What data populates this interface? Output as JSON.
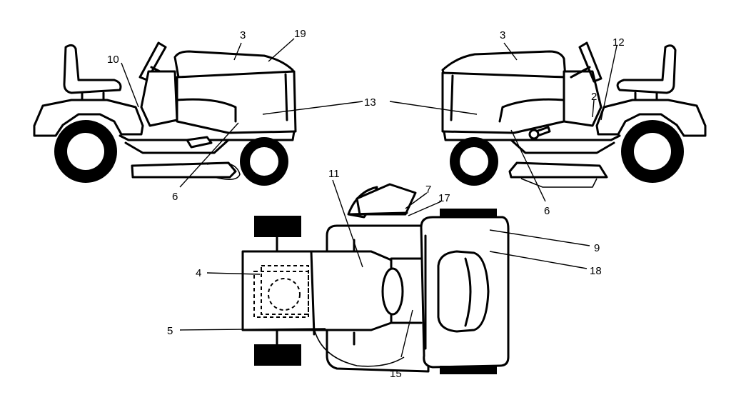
{
  "callouts": {
    "left_view": {
      "c3": "3",
      "c19": "19",
      "c10": "10",
      "c6": "6"
    },
    "shared": {
      "c13": "13"
    },
    "right_view": {
      "c3": "3",
      "c12": "12",
      "c2": "2",
      "c6": "6"
    },
    "top_view": {
      "c11": "11",
      "c7": "7",
      "c17": "17",
      "c9": "9",
      "c18": "18",
      "c4": "4",
      "c5": "5",
      "c15": "15"
    }
  }
}
